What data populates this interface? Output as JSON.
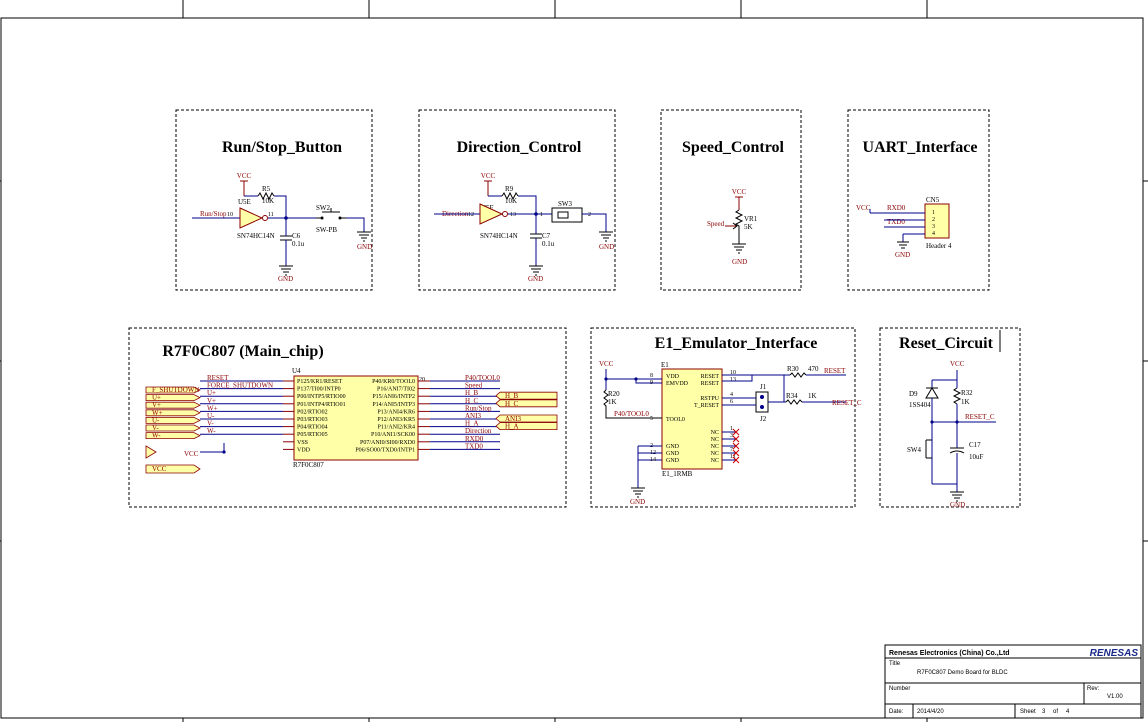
{
  "blocks": {
    "run_stop": {
      "title": "Run/Stop_Button",
      "vcc": "VCC",
      "gnd": "GND",
      "gnd2": "GND",
      "r5": "R5",
      "r5_val": "10K",
      "u5e": "U5E",
      "pin10": "10",
      "pin11": "11",
      "net_in": "Run/Stop",
      "ic": "SN74HC14N",
      "sw2": "SW2",
      "sw_type": "SW-PB",
      "c6": "C6",
      "c6_val": "0.1u"
    },
    "direction": {
      "title": "Direction_Control",
      "vcc": "VCC",
      "gnd": "GND",
      "gnd2": "GND",
      "r9": "R9",
      "r9_val": "10K",
      "u5f": "U5F",
      "pin12": "12",
      "pin13": "13",
      "net_in": "Direction",
      "ic": "SN74HC14N",
      "sw3": "SW3",
      "p1": "1",
      "p2": "2",
      "c7": "C7",
      "c7_val": "0.1u"
    },
    "speed": {
      "title": "Speed_Control",
      "vcc": "VCC",
      "gnd": "GND",
      "net": "Speed",
      "vr1": "VR1",
      "vr1_val": "5K"
    },
    "uart": {
      "title": "UART_Interface",
      "vcc": "VCC",
      "gnd": "GND",
      "cn5": "CN5",
      "rxd": "RXD0",
      "txd": "TXD0",
      "pins": [
        "1",
        "2",
        "3",
        "4"
      ],
      "header": "Header 4"
    },
    "main": {
      "title": "R7F0C807 (Main_chip)",
      "u4": "U4",
      "part": "R7F0C807",
      "vcc": "VCC",
      "left_ports": [
        "F_SHUTDOWN",
        "U+",
        "V+",
        "W+",
        "U-",
        "V-",
        "W-"
      ],
      "left_nets": [
        "RESET",
        "FORCE_SHUTDOWN",
        "U+",
        "V+",
        "W+",
        "U-",
        "V-",
        "W-"
      ],
      "left_pins": [
        "P125/KR1/RESET",
        "P137/TI00/INTP0",
        "P00/INTP5/RTIO00",
        "P01/INTP4/RTIO01",
        "P02/RTIO02",
        "P03/RTIO03",
        "P04/RTIO04",
        "P05/RTIO05",
        "VSS",
        "VDD"
      ],
      "right_pins": [
        "P40/KR0/TOOL0",
        "P16/ANI7/TI02",
        "P15/ANI6/INTP2",
        "P14/ANI5/INTP3",
        "P13/ANI4/KR6",
        "P12/ANI3/KR5",
        "P11/ANI2/KR4",
        "P10/ANI1/SCK00",
        "P07/ANI0/SI00/RXD0",
        "P06/SO00/TXD0/INTP1"
      ],
      "right_num": "20",
      "right_nets": [
        "P40/TOOL0",
        "Speed",
        "H_B",
        "H_C",
        "Run/Stop",
        "ANI3",
        "H_A",
        "Direction",
        "RXD0",
        "TXD0"
      ],
      "right_ports": [
        "H_B",
        "H_C",
        "ANI3",
        "H_A"
      ],
      "vcc_port": "VCC"
    },
    "e1": {
      "title": "E1_Emulator_Interface",
      "vcc": "VCC",
      "gnd": "GND",
      "e1": "E1",
      "part": "E1_1RMB",
      "r20": "R20",
      "r20_val": "1K",
      "p40": "P40/TOOL0",
      "left_labels": [
        "VDD",
        "EMVDD",
        "TOOL0",
        "GND",
        "GND",
        "GND"
      ],
      "left_nums": [
        "8",
        "9",
        "5",
        "2",
        "12",
        "14"
      ],
      "right_labels": [
        "RESET",
        "RESET",
        "RSTPU",
        "T_RESET",
        "NC",
        "NC",
        "NC",
        "NC",
        "NC"
      ],
      "right_nums": [
        "10",
        "13",
        "4",
        "6",
        "1",
        "3",
        "7",
        "11"
      ],
      "j1": "J1",
      "j2": "J2",
      "r30": "R30",
      "r30_val": "470",
      "r34": "R34",
      "r34_val": "1K",
      "net_reset": "RESET",
      "net_reset_c": "RESET_C"
    },
    "reset": {
      "title": "Reset_Circuit",
      "vcc": "VCC",
      "gnd": "GND",
      "d9": "D9",
      "d9_val": "1SS404",
      "r32": "R32",
      "r32_val": "1K",
      "net": "RESET_C",
      "sw4": "SW4",
      "c17": "C17",
      "c17_val": "10uF"
    }
  },
  "title_block": {
    "company": "Renesas Electronics (China) Co.,Ltd",
    "logo": "RENESAS",
    "title_label": "Title",
    "title": "R7F0C807 Demo Board for BLDC",
    "number_label": "Number",
    "rev_label": "Rev:",
    "rev": "V1.00",
    "date_label": "Date:",
    "date": "2014/4/20",
    "sheet_label": "Sheet",
    "sheet_num": "3",
    "of": "of",
    "sheet_total": "4"
  }
}
